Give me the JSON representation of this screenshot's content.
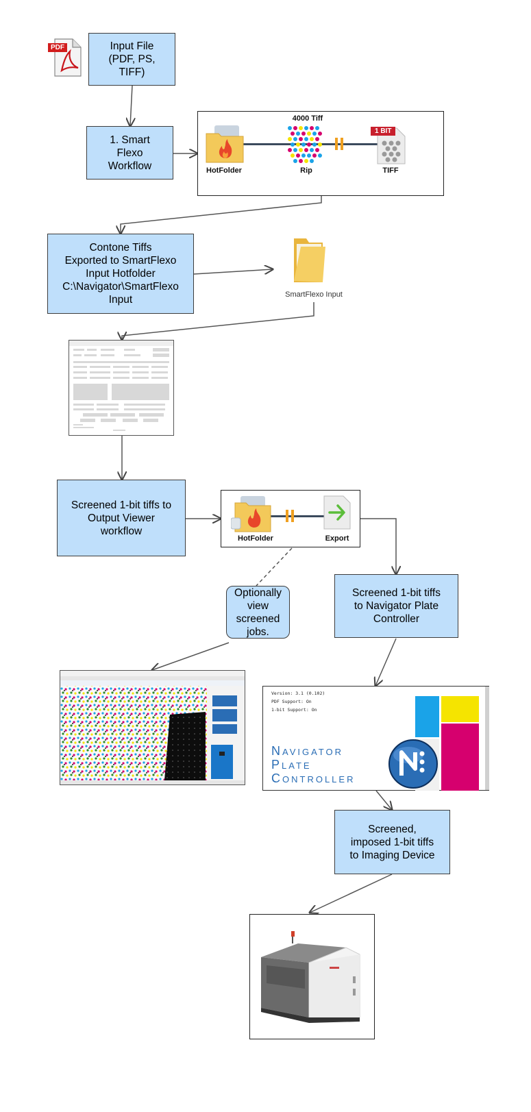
{
  "boxes": {
    "input_file": "Input File\n(PDF, PS,\nTIFF)",
    "smart_flexo": "1. Smart\nFlexo\nWorkflow",
    "contone": "Contone Tiffs\nExported to SmartFlexo\nInput Hotfolder\nC:\\Navigator\\SmartFlexo\nInput",
    "screened_output_viewer": "Screened 1-bit tiffs to\nOutput Viewer\nworkflow",
    "optionally_view": "Optionally\nview\nscreened\njobs.",
    "screened_navigator": "Screened 1-bit tiffs\nto Navigator Plate\nController",
    "screened_imaging": "Screened,\nimposed 1-bit tiffs\nto Imaging Device"
  },
  "pdf_icon": {
    "badge": "PDF",
    "icon": "pdf-file-icon"
  },
  "workflow1": {
    "title": "4000 Tiff",
    "hotfolder_label": "HotFolder",
    "rip_label": "Rip",
    "tiff_label": "TIFF",
    "bit_badge": "1 BIT"
  },
  "smartflexo_folder": {
    "label": "SmartFlexo Input",
    "icon": "folder-icon"
  },
  "workflow2": {
    "hotfolder_label": "HotFolder",
    "export_label": "Export"
  },
  "navigator_splash": {
    "version": "Version: 3.1 (0.102)",
    "pdf_support": "PDF Support: On",
    "onebit_support": "1-bit Support: On",
    "title_line1": "Navigator",
    "title_line2": "Plate",
    "title_line3": "Controller"
  },
  "colors": {
    "box_fill": "#bfdffb",
    "folder_yellow": "#f3c95a",
    "flame_red": "#e8472a",
    "pause_orange": "#f0a020",
    "cyan": "#1aa3e8",
    "magenta": "#d6006e",
    "yellow": "#f5e400",
    "navigator_blue": "#2a6db5"
  }
}
